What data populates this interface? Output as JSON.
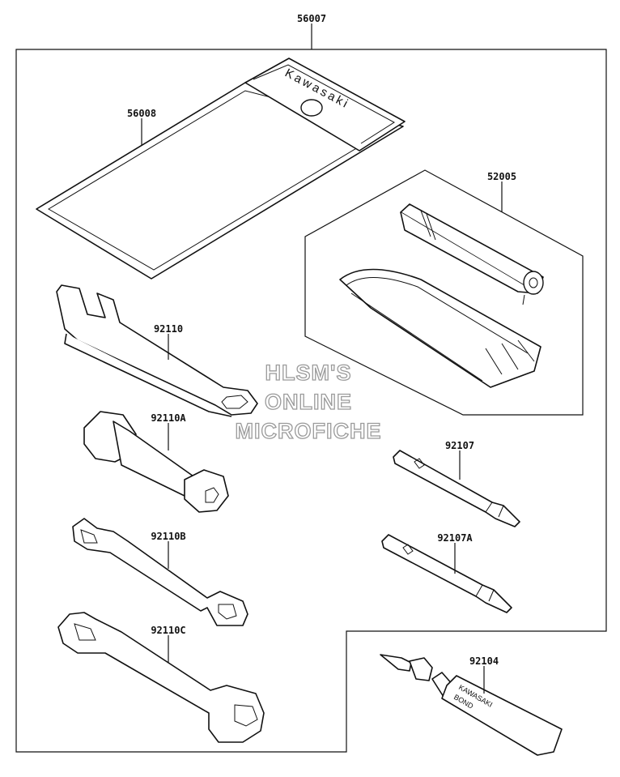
{
  "labels": {
    "kit": "56007",
    "case": "56008",
    "grease_pack": "52005",
    "pin_wrench": "92110",
    "plug_wrench": "92110A",
    "wrench_b": "92110B",
    "wrench_c": "92110C",
    "driver": "92107",
    "driver_a": "92107A",
    "bond": "92104"
  },
  "case_brand": "Kawasaki",
  "bond_tube": {
    "brand": "KAWASAKI",
    "text": "BOND"
  },
  "watermark": [
    "HLSM'S",
    "ONLINE",
    "MICROFICHE"
  ]
}
